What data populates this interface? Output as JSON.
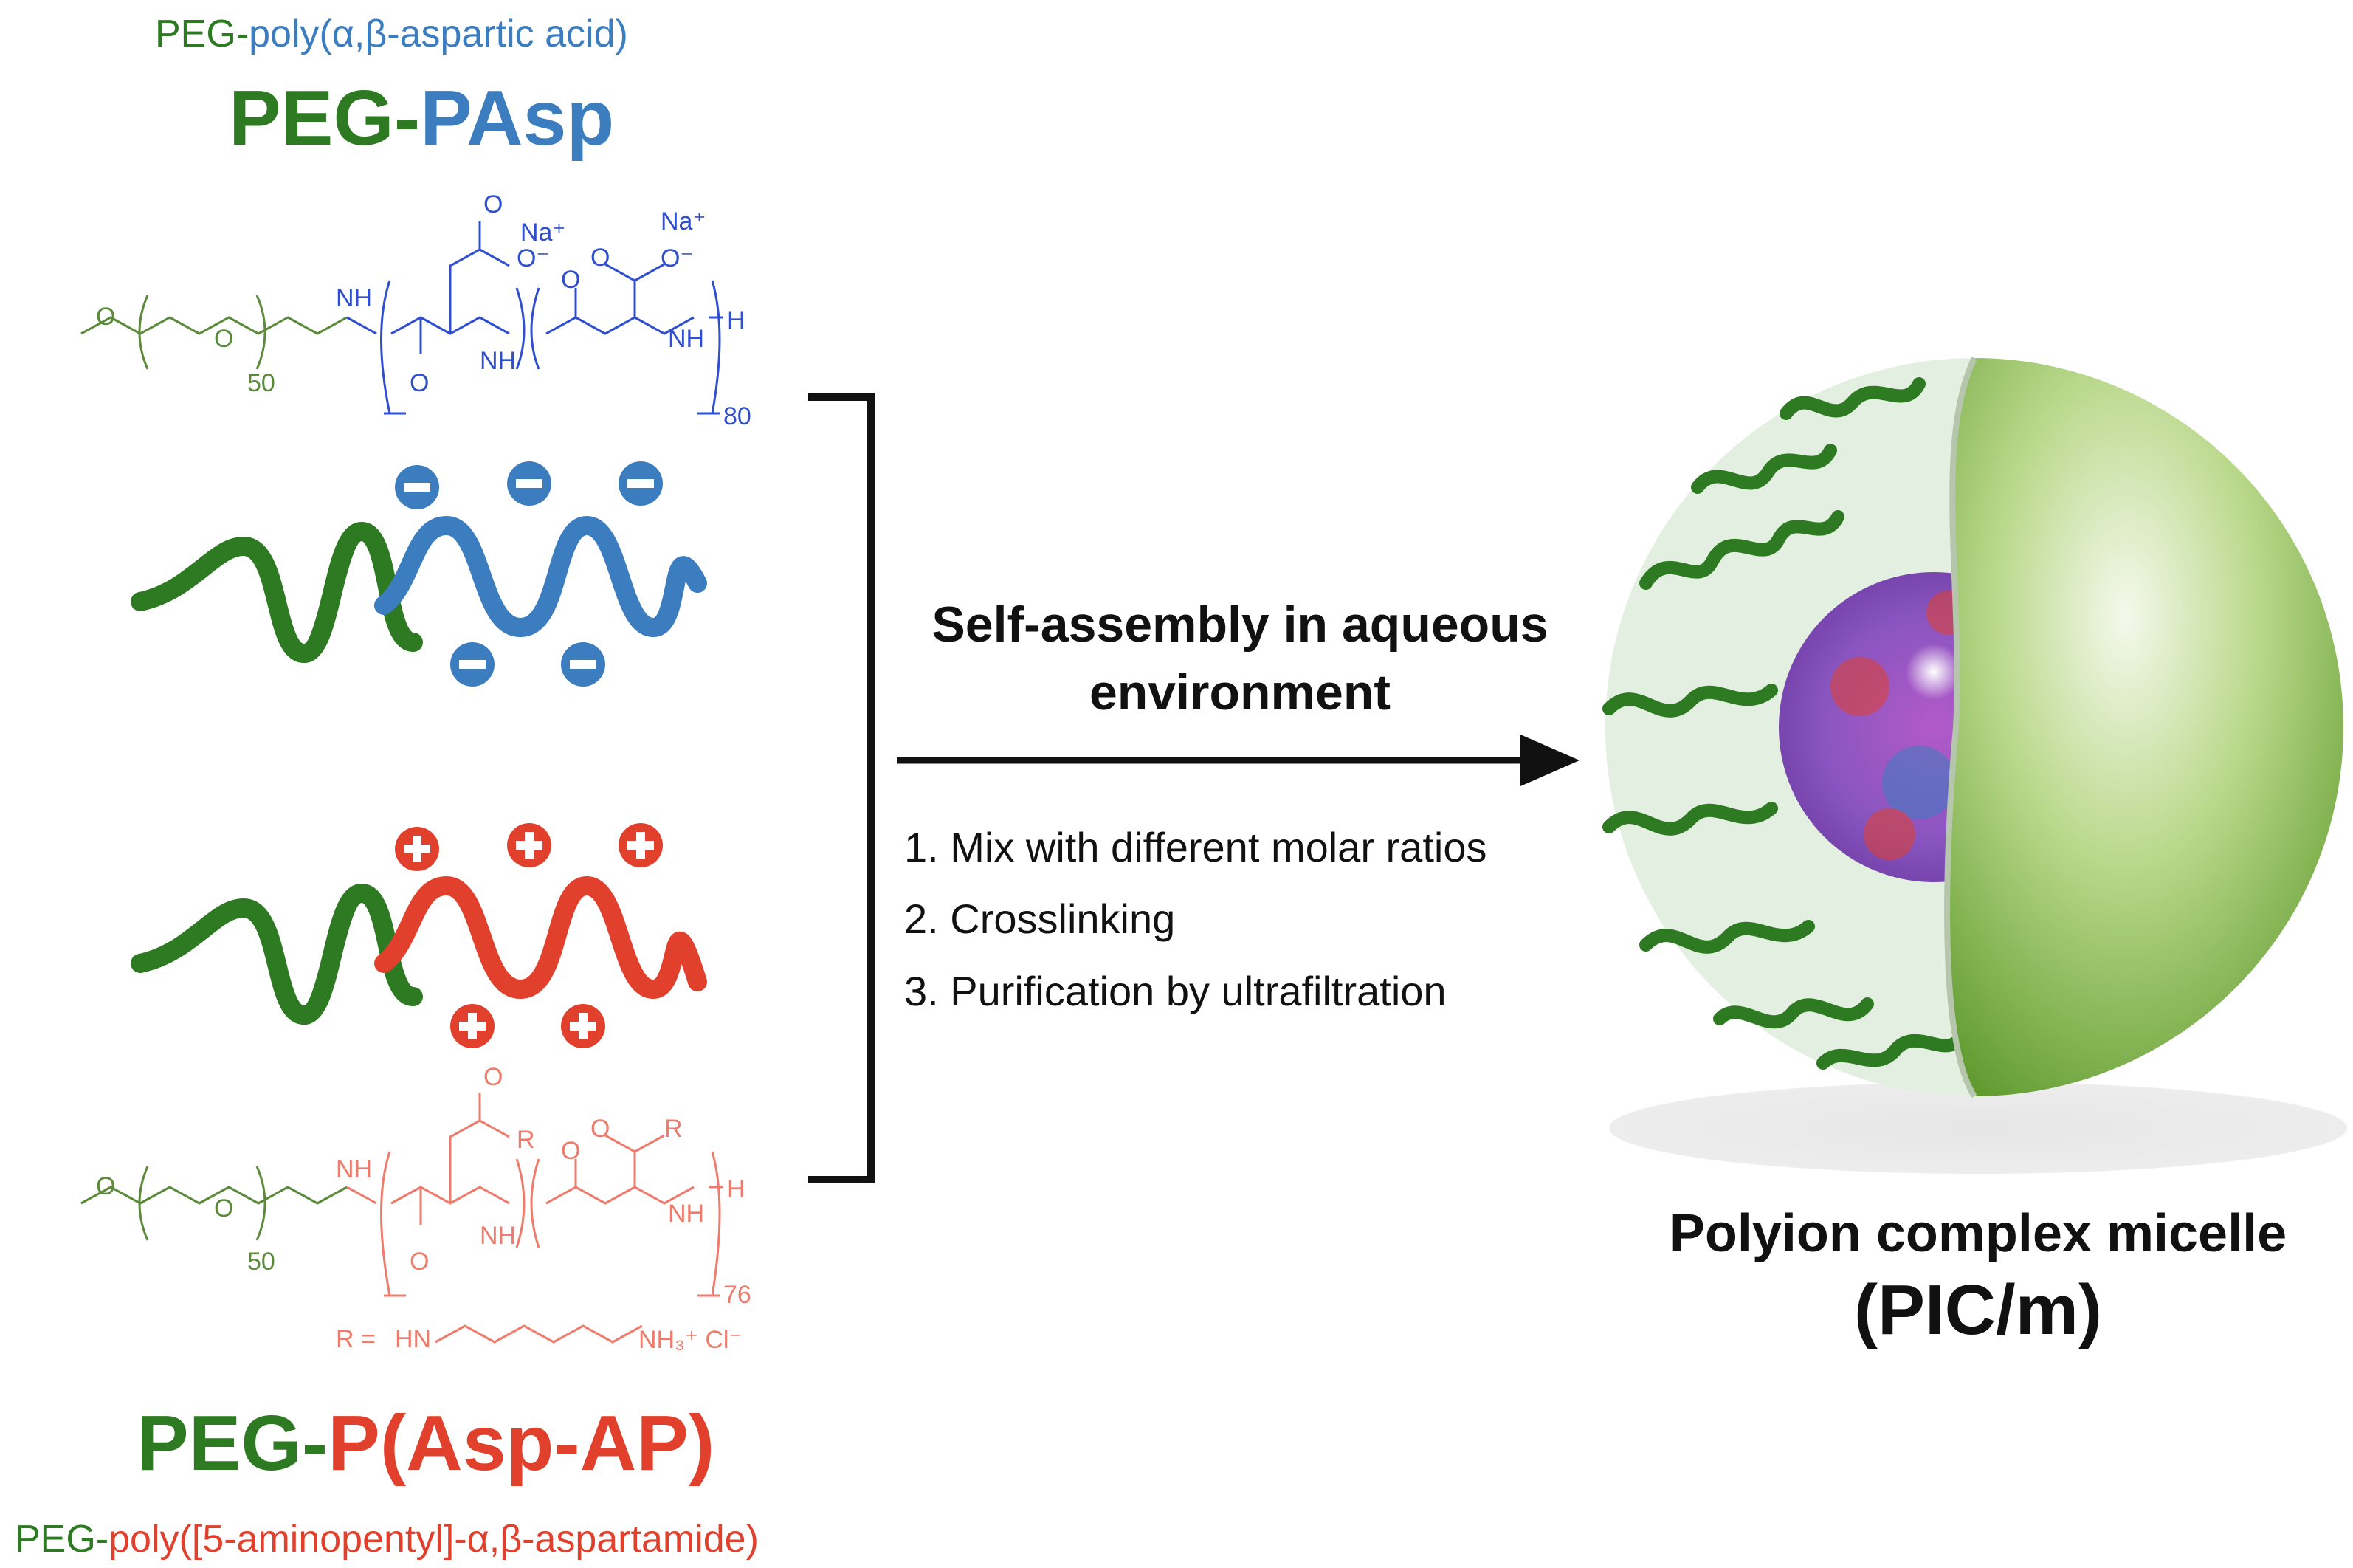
{
  "top_polymer": {
    "subtitle_peg": "PEG-",
    "subtitle_rest": "poly(α,β-aspartic acid)",
    "title_peg": "PEG-",
    "title_rest": "PAsp",
    "repeat_peg": "50",
    "repeat_block": "80",
    "counterion": "Na⁺",
    "o_minus": "O⁻",
    "o": "O",
    "nh": "NH",
    "h": "H",
    "n_h": "N–H"
  },
  "bottom_polymer": {
    "subtitle_peg": "PEG-",
    "subtitle_rest": "poly([5-aminopentyl]-α,β-aspartamide)",
    "title_peg": "PEG-",
    "title_rest": "P(Asp-AP)",
    "repeat_peg": "50",
    "repeat_block": "76",
    "r_def": "R =",
    "hn": "HN",
    "nh3": "NH₃⁺ Cl⁻",
    "r": "R"
  },
  "process": {
    "arrow_label": "Self-assembly in aqueous environment",
    "steps": [
      "1. Mix with different molar ratios",
      "2. Crosslinking",
      "3. Purification by ultrafiltration"
    ]
  },
  "product": {
    "name": "Polyion complex micelle",
    "abbr": "(PIC/m)"
  },
  "colors": {
    "peg": "#2e7a22",
    "anionic": "#3c7dc0",
    "cationic": "#e0402c",
    "shell": "#8fbf4a",
    "corona": "#e3efe0"
  }
}
